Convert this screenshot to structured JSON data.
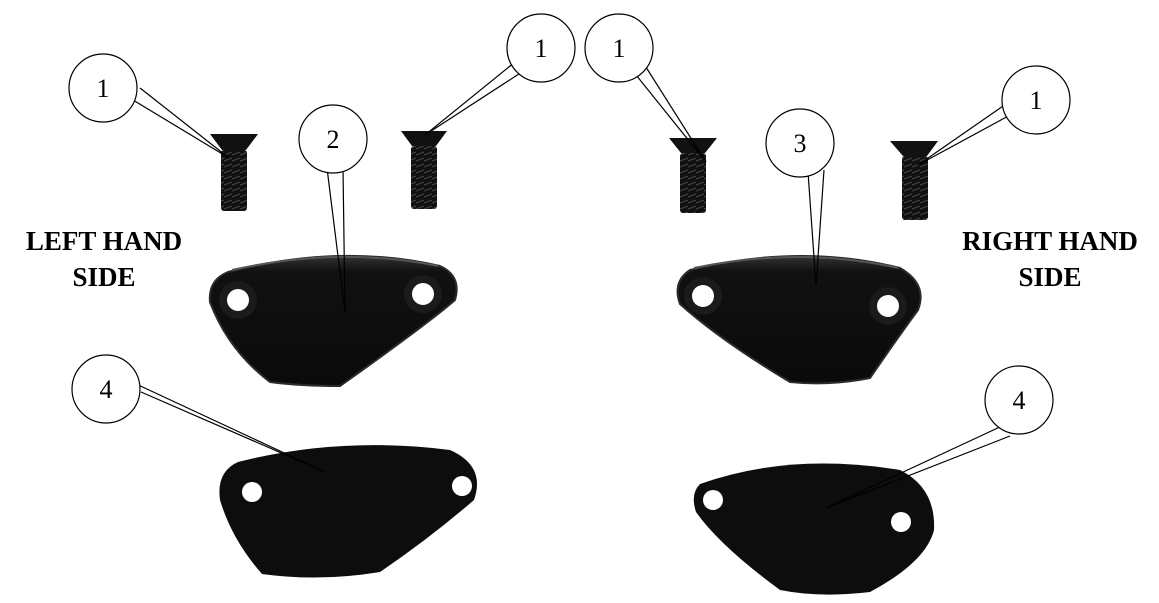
{
  "labels": {
    "left_line1": "LEFT HAND",
    "left_line2": "SIDE",
    "right_line1": "RIGHT HAND",
    "right_line2": "SIDE"
  },
  "callouts": [
    {
      "id": "screw-left-outer",
      "number": "1"
    },
    {
      "id": "screw-left-inner",
      "number": "1"
    },
    {
      "id": "screw-right-inner",
      "number": "1"
    },
    {
      "id": "screw-right-outer",
      "number": "1"
    },
    {
      "id": "cover-left",
      "number": "2"
    },
    {
      "id": "cover-right",
      "number": "3"
    },
    {
      "id": "gasket-left",
      "number": "4"
    },
    {
      "id": "gasket-right",
      "number": "4"
    }
  ],
  "colors": {
    "part": "#0d0d0d",
    "part_edge": "#3a3a3a",
    "line": "#000000",
    "background": "#ffffff"
  }
}
